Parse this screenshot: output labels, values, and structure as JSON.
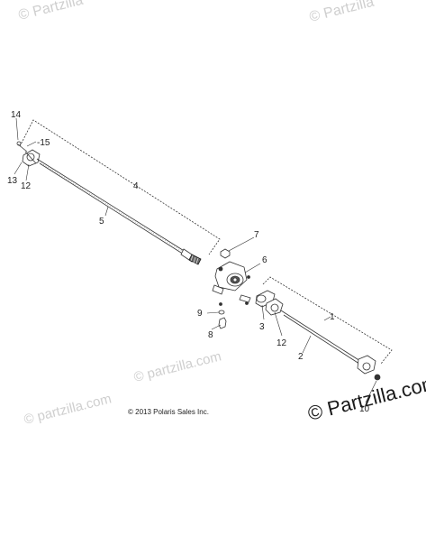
{
  "watermarks": {
    "top_left": "© Partzilla",
    "top_right": "© Partzilla",
    "mid_left": "© partzilla.com",
    "bottom_left": "© partzilla.com",
    "bottom_right": "© Partzilla.com"
  },
  "copyright": "© 2013 Polaris Sales Inc.",
  "callouts": {
    "c14": "14",
    "c15": "-15",
    "c13": "13",
    "c12a": "12",
    "c4": "4",
    "c5": "5",
    "c7": "7",
    "c6": "6",
    "c9": "9",
    "c8": "8",
    "c3": "3",
    "c12b": "12",
    "c1": "1",
    "c2": "2",
    "c10": "10"
  },
  "colors": {
    "line": "#333333",
    "watermark_light": "#cfcfcf",
    "watermark_dark": "#1a1a1a"
  }
}
